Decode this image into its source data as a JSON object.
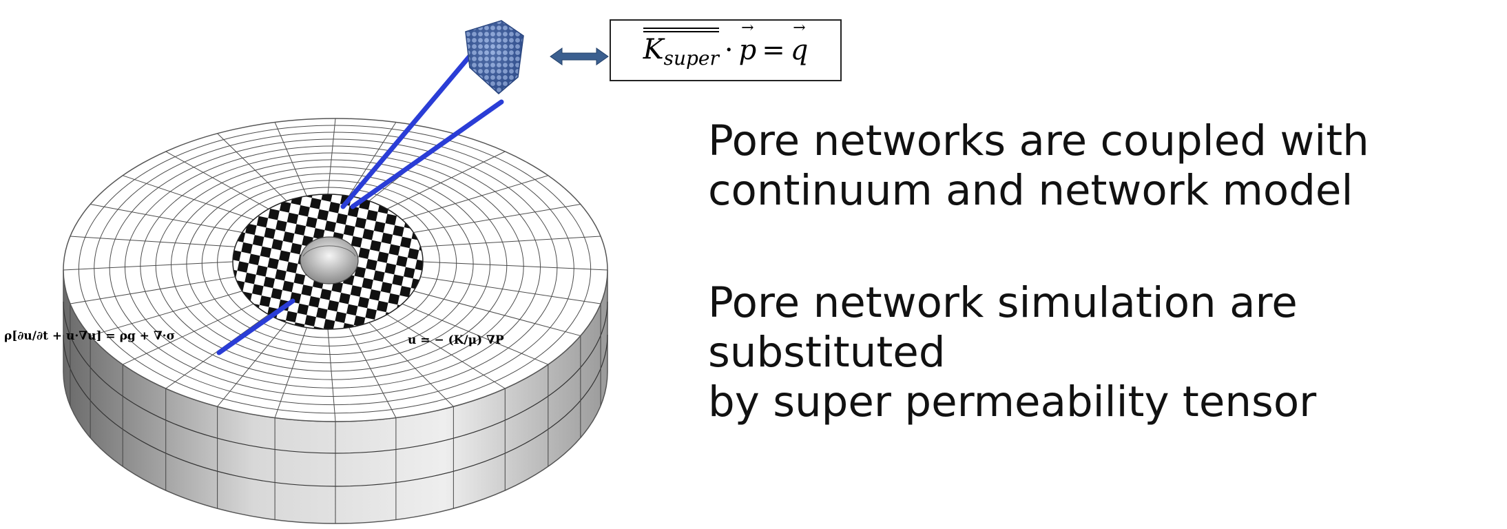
{
  "bullets": {
    "first": [
      "Pore networks are coupled with",
      "continuum and network model"
    ],
    "second": [
      "Pore network simulation are substituted",
      "by super permeability tensor"
    ]
  },
  "equations": {
    "tensor": {
      "K": "K",
      "sub": "super",
      "dot": "·",
      "p": "p",
      "eq": "=",
      "q": "q"
    },
    "momentum": "ρ[∂u/∂t + u·∇u] = ρg + ∇·σ",
    "darcy": "u = − (K/μ) ∇P"
  },
  "colors": {
    "link_lines": "#2a3dd6",
    "arrow": "#3b5f8f",
    "mesh": "#444444",
    "pore_cube": "#4a6aa8"
  },
  "icons": {
    "pore_cube": "pore-network-cube-icon",
    "arrow": "double-arrow-icon"
  }
}
